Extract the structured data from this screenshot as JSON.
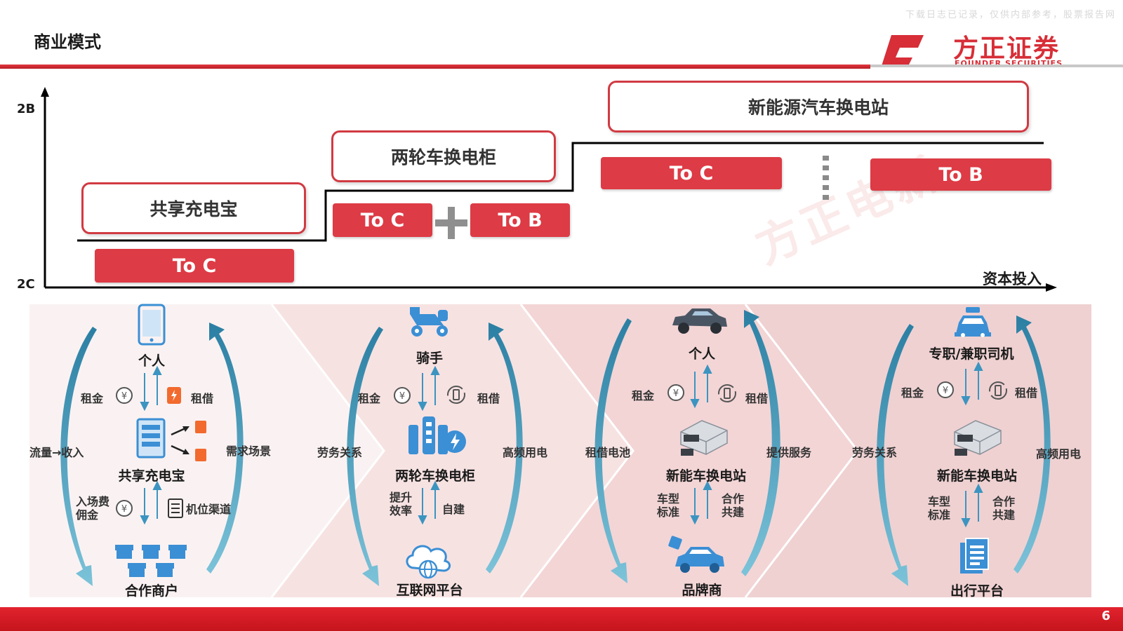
{
  "header": {
    "title": "商业模式",
    "watermark": "下载日志已记录，仅供内部参考，股票报告网",
    "brand_cn": "方正证券",
    "brand_en": "FOUNDER SECURITIES",
    "diagonal_watermark": "方正电新",
    "accent_color": "#d72e37"
  },
  "top_chart": {
    "y_labels": [
      "2B",
      "2C"
    ],
    "x_label": "资本投入",
    "stages": [
      {
        "title": "共享充电宝",
        "modes": [
          "To C"
        ]
      },
      {
        "title": "两轮车换电柜",
        "modes": [
          "To C",
          "To B"
        ]
      },
      {
        "title": "新能源汽车换电站",
        "modes": [
          "To C",
          "To B"
        ]
      }
    ]
  },
  "models": [
    {
      "top": "个人",
      "middle": "共享充电宝",
      "bottom": "合作商户",
      "left_side": "流量→收入",
      "right_side": "需求场景",
      "up_left": "租金",
      "up_right": "租借",
      "low_left": "入场费\n佣金",
      "low_right": "机位渠道"
    },
    {
      "top": "骑手",
      "middle": "两轮车换电柜",
      "bottom": "互联网平台",
      "left_side": "劳务关系",
      "right_side": "高频用电",
      "up_left": "租金",
      "up_right": "租借",
      "low_left": "提升\n效率",
      "low_right": "自建"
    },
    {
      "top": "个人",
      "middle": "新能车换电站",
      "bottom": "品牌商",
      "left_side": "租借电池",
      "right_side": "提供服务",
      "up_left": "租金",
      "up_right": "租借",
      "low_left": "车型\n标准",
      "low_right": "合作\n共建"
    },
    {
      "top": "专职/兼职司机",
      "middle": "新能车换电站",
      "bottom": "出行平台",
      "left_side": "劳务关系",
      "right_side": "高频用电",
      "up_left": "租金",
      "up_right": "租借",
      "low_left": "车型\n标准",
      "low_right": "合作\n共建"
    }
  ],
  "footer": {
    "page_number": "6"
  },
  "icons": [
    "phone-icon",
    "scooter-icon",
    "car-icon",
    "taxi-icon",
    "powerbank-station-icon",
    "battery-cabinet-icon",
    "swap-station-icon",
    "store-icon",
    "cloud-icon",
    "car-brand-icon",
    "document-icon",
    "yuan-coin-icon",
    "battery-cycle-icon"
  ]
}
